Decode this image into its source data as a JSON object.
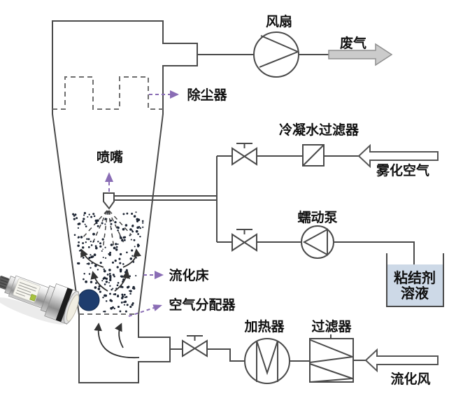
{
  "diagram": {
    "type": "process-flow-schematic",
    "subject": "fluidized bed granulation system with sensor",
    "labels": {
      "fan": "风扇",
      "exhaust_gas": "废气",
      "dust_collector": "除尘器",
      "nozzle": "喷嘴",
      "condensate_filter": "冷凝水过滤器",
      "atomizing_air": "雾化空气",
      "peristaltic_pump": "蠕动泵",
      "binder_solution_line1": "粘结剂",
      "binder_solution_line2": "溶液",
      "fluidized_bed": "流化床",
      "air_distributor": "空气分配器",
      "heater": "加热器",
      "filter": "过滤器",
      "fluidizing_air": "流化风"
    },
    "colors": {
      "annotation_purple": "#8a6db5",
      "liquid_blue": "#cdd9e7",
      "sensor_port_navy": "#1e3d6e",
      "exhaust_arrow_gray": "#cbcbcb",
      "line_gray": "#4a4a4a"
    },
    "icons": {
      "fan": "circle-with-blade-chords",
      "valve": "bowtie-with-stem",
      "peristaltic_pump": "circle-with-left-triangle",
      "heater": "circle-with-M",
      "air_filter": "box-with-zigzag-pleats",
      "condensate_filter": "box-with-diagonal",
      "nozzle": "pentagon-with-spray",
      "binder_tank": "open-top-tank-with-liquid",
      "sensor": "metallic-probe-photo",
      "sensor_port": "navy-filled-circle",
      "flow_arrow_right": "solid-gray-arrow",
      "flow_arrow_left": "outline-white-arrow"
    }
  }
}
